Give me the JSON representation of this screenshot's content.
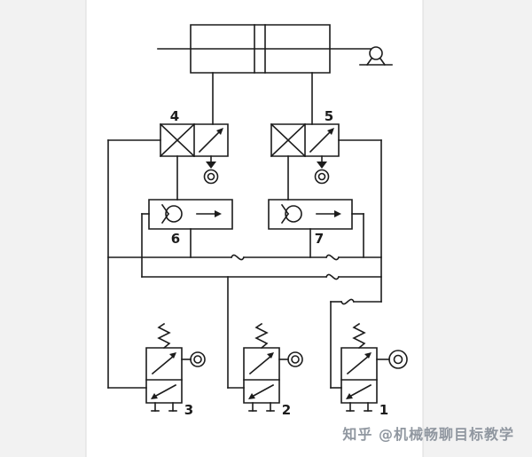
{
  "diagram": {
    "component_labels": {
      "valve1": "1",
      "valve2": "2",
      "valve3": "3",
      "valve4": "4",
      "valve5": "5",
      "valve6": "6",
      "valve7": "7"
    },
    "watermark": "知乎 @机械畅聊目标教学",
    "components": [
      "double-acting-cylinder",
      "roller-support",
      "directional-valve-4",
      "directional-valve-5",
      "one-way-valve-6",
      "one-way-valve-7",
      "spring-return-valve-1",
      "spring-return-valve-2",
      "spring-return-valve-3"
    ],
    "colors": {
      "line": "#1c1c1c",
      "watermark": "#9097a0",
      "canvas": "#ffffff",
      "page_margin": "#f2f2f2",
      "page_border": "#dcdcdc"
    }
  }
}
